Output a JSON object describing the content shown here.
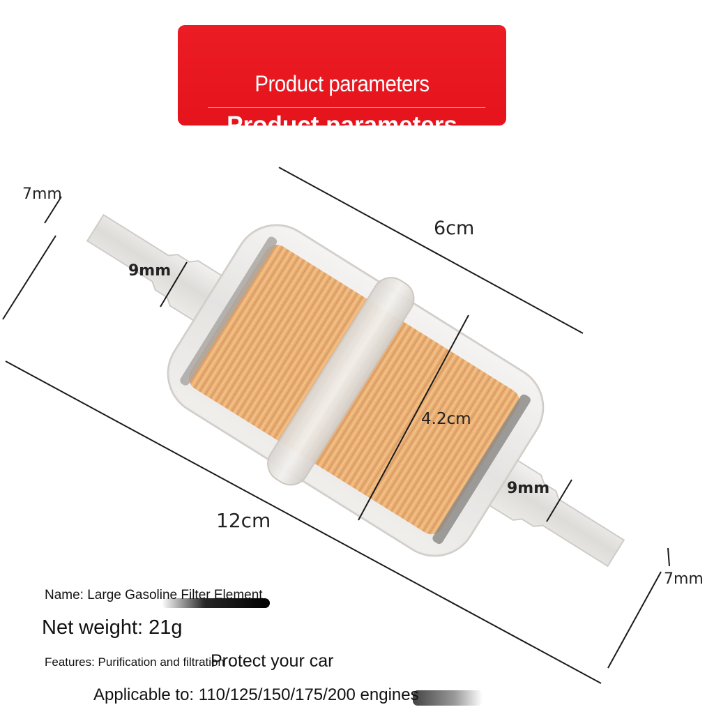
{
  "banner": {
    "title_thin": "Product parameters",
    "title_bold": "Product parameters",
    "color": "#e8161e"
  },
  "dimensions": {
    "left_tip": "7mm",
    "left_inner": "9mm",
    "body_length": "6cm",
    "diameter": "4.2cm",
    "right_inner": "9mm",
    "right_tip": "7mm",
    "total_length": "12cm"
  },
  "specs": {
    "name": "Name: Large Gasoline Filter Element",
    "weight": "Net weight: 21g",
    "features": "Features: Purification and filtration",
    "features_overlay": "Protect your car",
    "applicable": "Applicable to: 110/125/150/175/200 engines"
  },
  "colors": {
    "filter_paper": "#e89a45",
    "housing": "#e8e6e4",
    "line": "#1a1a1a"
  }
}
